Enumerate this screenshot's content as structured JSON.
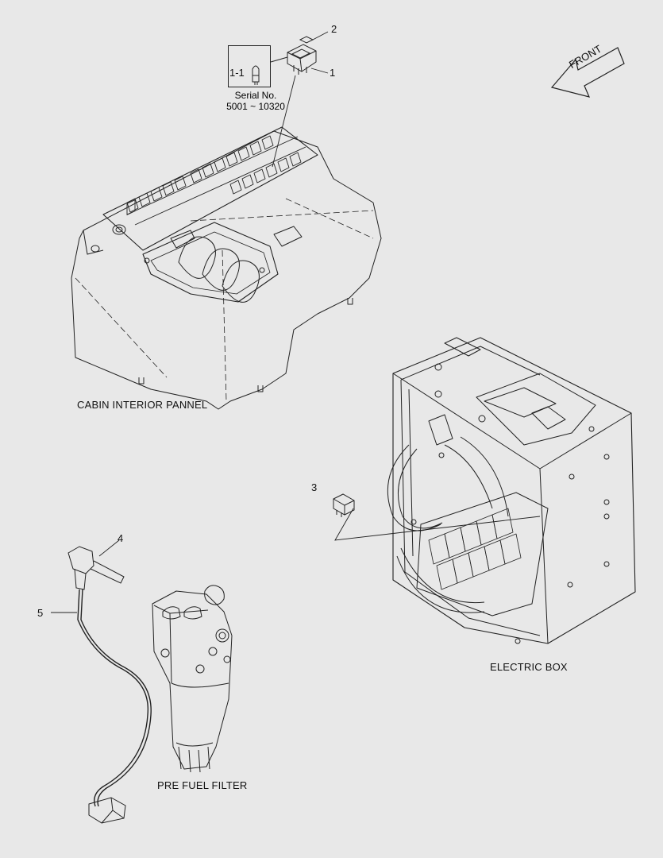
{
  "callouts": {
    "c1": "1",
    "c2": "2",
    "c3": "3",
    "c4": "4",
    "c5": "5"
  },
  "inset": {
    "id": "1-1",
    "serial_title": "Serial No.",
    "serial_range": "5001 ~ 10320"
  },
  "direction_arrow": "FRONT",
  "captions": {
    "cabin": "CABIN INTERIOR PANNEL",
    "electric_box": "ELECTRIC BOX",
    "pre_fuel_filter": "PRE FUEL FILTER"
  },
  "colors": {
    "background": "#e8e8e8",
    "line": "#222222"
  }
}
